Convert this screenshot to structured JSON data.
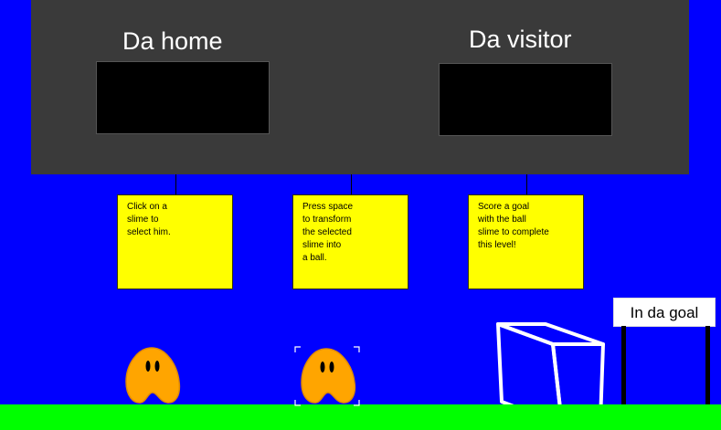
{
  "scoreboard": {
    "home_label": "Da home",
    "visitor_label": "Da visitor",
    "home_score": "",
    "visitor_score": ""
  },
  "tutorial_notes": [
    {
      "text": "Click on a\nslime to\nselect him."
    },
    {
      "text": "Press space\nto transform\nthe selected\nslime into\na ball."
    },
    {
      "text": "Score a goal\nwith the ball\nslime to complete\nthis level!"
    }
  ],
  "goal": {
    "sign_label": "In da goal"
  },
  "slimes": [
    {
      "name": "slime",
      "selected": false
    },
    {
      "name": "slime",
      "selected": true
    }
  ],
  "colors": {
    "sky": "#0000ff",
    "ground": "#00ff00",
    "scoreboard": "#3a3a3a",
    "note": "#ffff00",
    "slime": "#ffa500"
  }
}
